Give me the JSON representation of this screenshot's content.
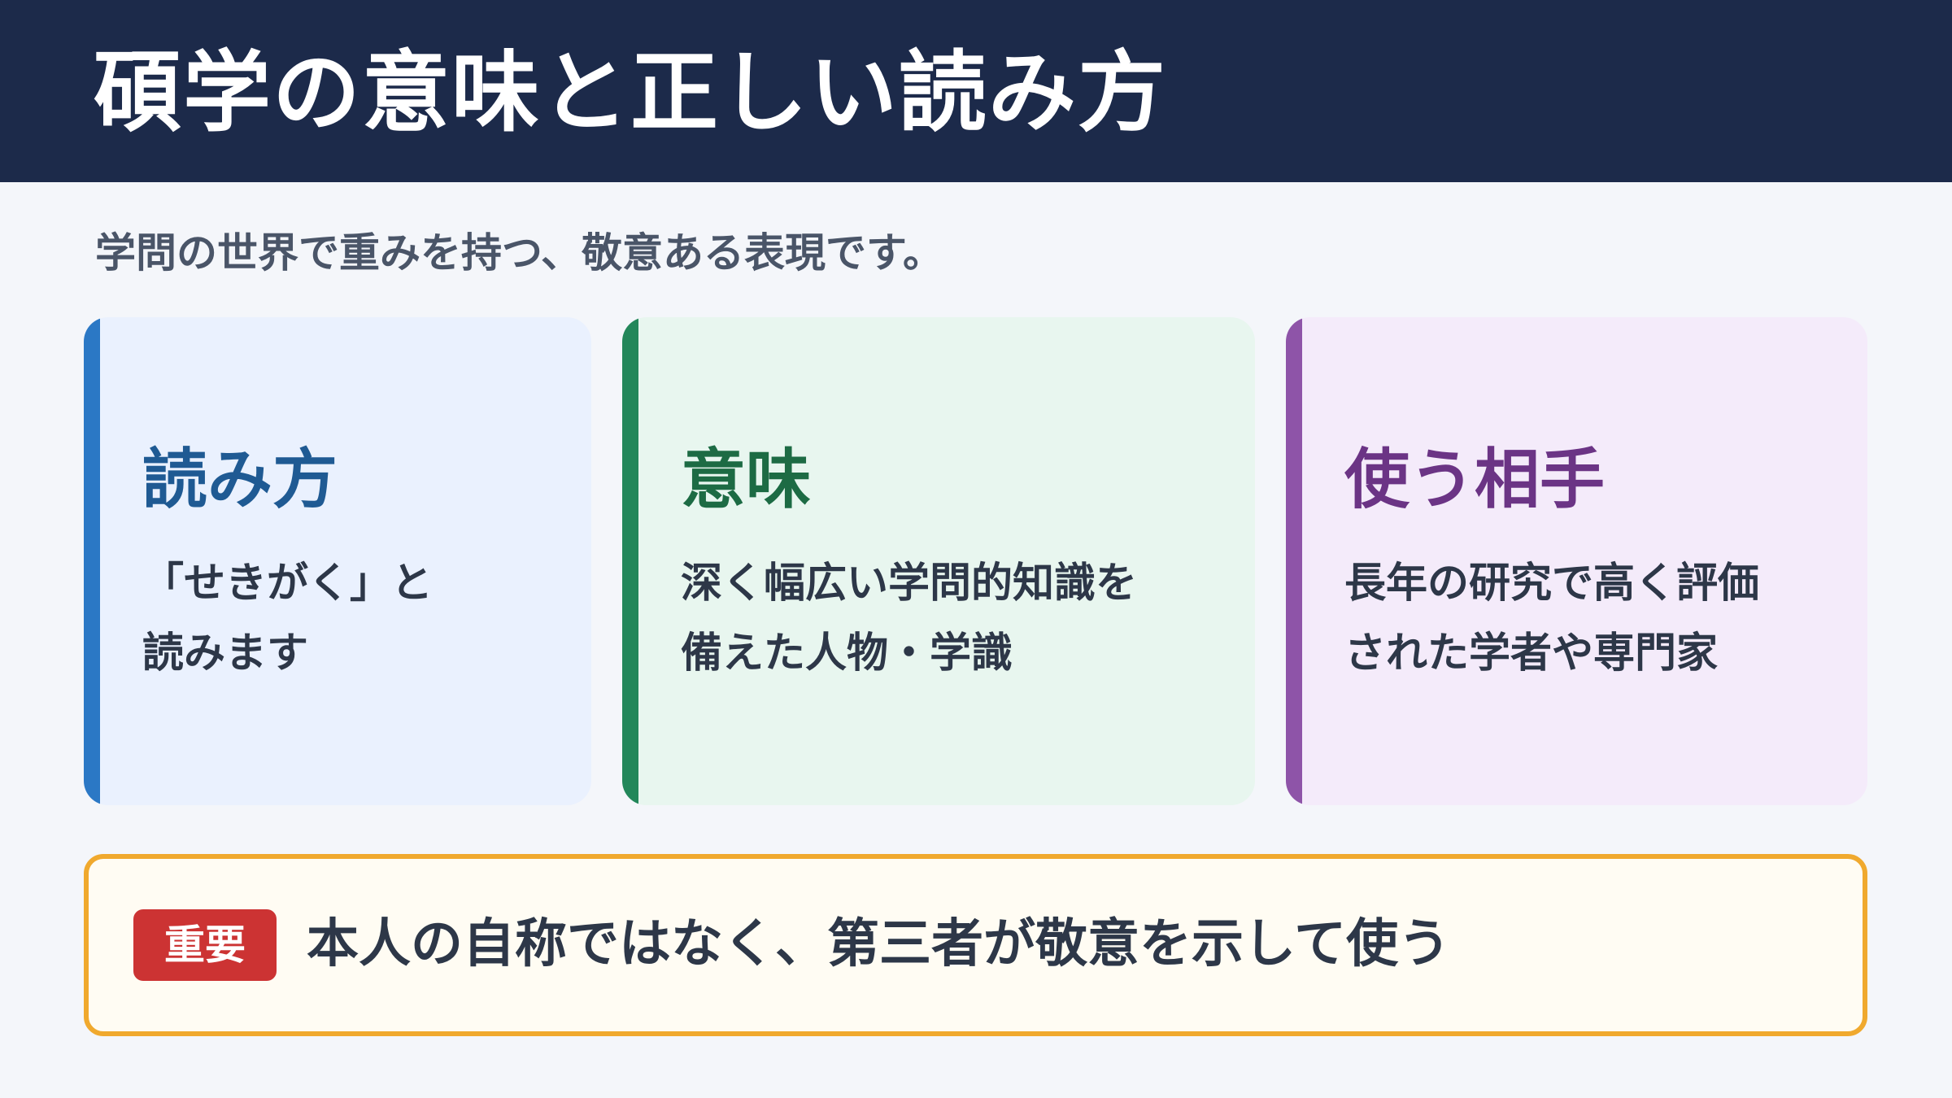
{
  "header": {
    "title": "碩学の意味と正しい読み方"
  },
  "subtitle": "学問の世界で重みを持つ、敬意ある表現です。",
  "cards": [
    {
      "title": "読み方",
      "body": "「せきがく」と\n読みます",
      "color": "#2b78c5"
    },
    {
      "title": "意味",
      "body": "深く幅広い学問的知識を\n備えた人物・学識",
      "color": "#23875a"
    },
    {
      "title": "使う相手",
      "body": "長年の研究で高く評価\nされた学者や専門家",
      "color": "#8e54a8"
    }
  ],
  "note": {
    "badge": "重要",
    "text": "本人の自称ではなく、第三者が敬意を示して使う",
    "border_color": "#f0a92e",
    "badge_color": "#cc3333"
  }
}
